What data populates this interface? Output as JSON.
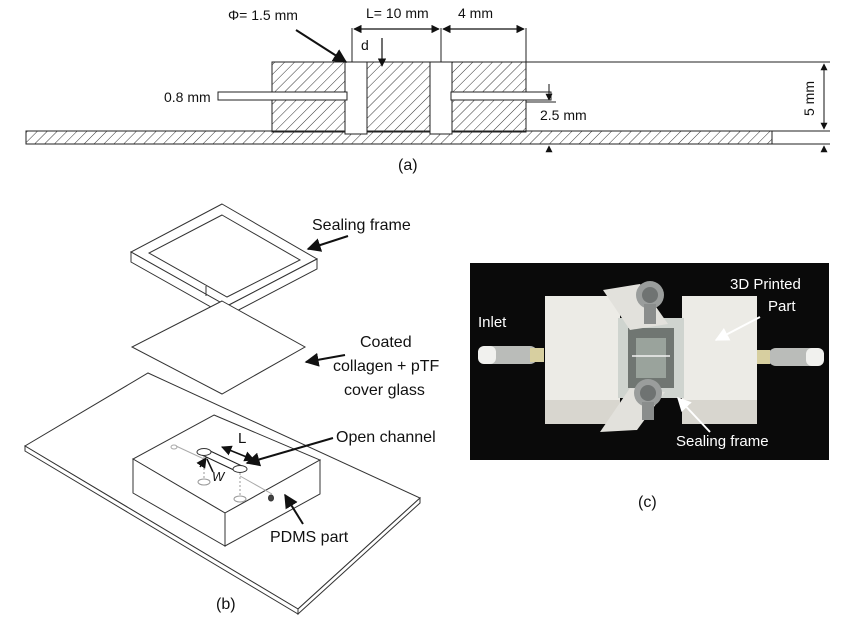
{
  "panel_a": {
    "caption": "(a)",
    "dim_diameter": "Φ= 1.5 mm",
    "dim_length": "L= 10 mm",
    "dim_gap": "4 mm",
    "dim_depth": "d",
    "dim_tube": "0.8 mm",
    "dim_base": "2.5 mm",
    "dim_height": "5 mm"
  },
  "panel_b": {
    "caption": "(b)",
    "label_sealing_frame": "Sealing frame",
    "label_cover_glass_line1": "Coated",
    "label_cover_glass_line2": "collagen + pTF",
    "label_cover_glass_line3": "cover glass",
    "label_open_channel": "Open channel",
    "label_pdms_part": "PDMS part",
    "label_L": "L",
    "label_w": "W"
  },
  "panel_c": {
    "caption": "(c)",
    "label_inlet": "Inlet",
    "label_printed_line1": "3D Printed",
    "label_printed_line2": "Part",
    "label_sealing_frame": "Sealing frame"
  },
  "colors": {
    "photo_background": "#0a0a0a",
    "printed_part": "#ecebe6",
    "line": "#222222"
  }
}
